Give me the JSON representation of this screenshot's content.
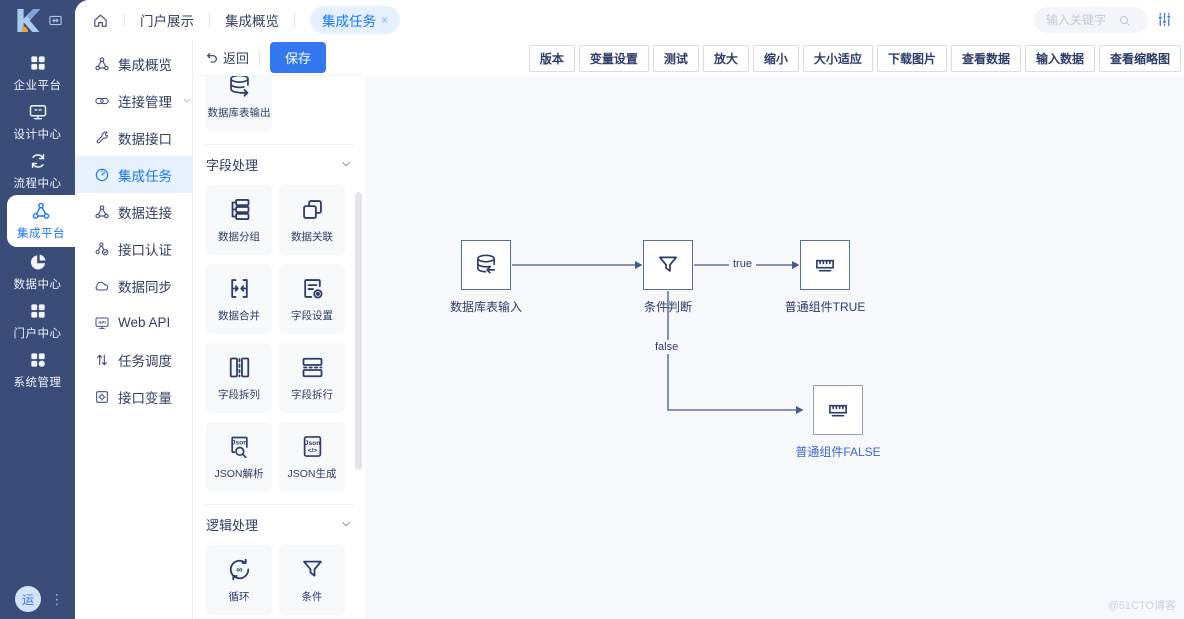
{
  "topbar": {
    "tabs": [
      {
        "label": "门户展示"
      },
      {
        "label": "集成概览"
      },
      {
        "label": "集成任务",
        "close": "×"
      }
    ],
    "search_placeholder": "输入关键字"
  },
  "rail": {
    "items": [
      {
        "label": "企业平台"
      },
      {
        "label": "设计中心"
      },
      {
        "label": "流程中心"
      },
      {
        "label": "集成平台"
      },
      {
        "label": "数据中心"
      },
      {
        "label": "门户中心"
      },
      {
        "label": "系统管理"
      }
    ],
    "avatar_text": "运"
  },
  "submenu": {
    "items": [
      {
        "label": "集成概览"
      },
      {
        "label": "连接管理"
      },
      {
        "label": "数据接口"
      },
      {
        "label": "集成任务"
      },
      {
        "label": "数据连接"
      },
      {
        "label": "接口认证"
      },
      {
        "label": "数据同步"
      },
      {
        "label": "Web API"
      },
      {
        "label": "任务调度"
      },
      {
        "label": "接口变量"
      }
    ]
  },
  "palette": {
    "back_label": "返回",
    "save_label": "保存",
    "partial_item_label": "数据库表输出",
    "sections": [
      {
        "title": "字段处理",
        "items": [
          "数据分组",
          "数据关联",
          "数据合并",
          "字段设置",
          "字段拆列",
          "字段拆行",
          "JSON解析",
          "JSON生成"
        ]
      },
      {
        "title": "逻辑处理",
        "items": [
          "循环",
          "条件"
        ]
      }
    ]
  },
  "toolbar": {
    "buttons": [
      "版本",
      "变量设置",
      "测试",
      "放大",
      "缩小",
      "大小适应",
      "下载图片",
      "查看数据",
      "输入数据",
      "查看缩略图"
    ]
  },
  "canvas": {
    "nodes": [
      {
        "label": "数据库表输入"
      },
      {
        "label": "条件判断"
      },
      {
        "label": "普通组件TRUE"
      },
      {
        "label": "普通组件FALSE"
      }
    ],
    "edge_labels": {
      "true_label": "true",
      "false_label": "false"
    }
  },
  "watermark": "@51CTO博客",
  "colors": {
    "accent": "#1677ff",
    "rail_bg": "#3a4c78",
    "canvas_bg": "#f7f8fc",
    "node_border": "#5a6d9e",
    "edge": "#44598e",
    "icon_navy": "#2e3c68",
    "save_button": "#3478f0"
  }
}
